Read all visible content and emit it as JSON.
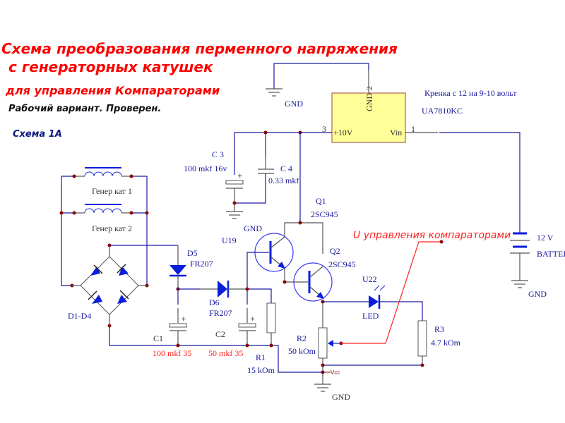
{
  "title": {
    "line1": "Схема преобразования перменного напряжения",
    "line2": "с генераторных катушек",
    "line3": "для управления Компараторами",
    "status": "Рабочий вариант. Проверен.",
    "scheme": "Схема 1A"
  },
  "colors": {
    "wire": "#1a1aa0",
    "title": "#ff0000",
    "regulator_fill": "#ffff99",
    "node": "#8b0000",
    "control_line": "#ff2020"
  },
  "regulator": {
    "note": "Кренка с 12  на 9-10 вольт",
    "part": "UA7810KC",
    "pin_gnd": "GND",
    "pin_gnd_num": "2",
    "pin_out": "+10V",
    "pin_out_num": "3",
    "pin_in": "Vin",
    "pin_in_num": "1"
  },
  "ground_label": "GND",
  "coils": {
    "coil1": "Генер кат 1",
    "coil2": "Генер кат 2"
  },
  "bridge": {
    "label": "D1-D4"
  },
  "d5": {
    "ref": "D5",
    "part": "FR207"
  },
  "d6": {
    "ref": "D6",
    "part": "FR207"
  },
  "c1": {
    "ref": "C1",
    "value": "100 mkf 35"
  },
  "c2": {
    "ref": "C2",
    "value": "50 mkf 35"
  },
  "c3": {
    "ref": "C 3",
    "value": "100 mkf 16v"
  },
  "c4": {
    "ref": "C 4",
    "value": "0.33 mkf"
  },
  "r1": {
    "ref": "R1",
    "value": "15 kOm"
  },
  "r2": {
    "ref": "R2",
    "value": "50 kOm"
  },
  "r3": {
    "ref": "R3",
    "value": "4.7 kOm"
  },
  "q1": {
    "ref": "Q1",
    "part": "2SC945"
  },
  "q2": {
    "ref": "Q2",
    "part": "2SC945"
  },
  "u19": "U19",
  "led": {
    "ref": "U22",
    "part": "LED"
  },
  "control_label": "U управления компараторами",
  "battery": {
    "voltage": "12 V",
    "label": "BATTER"
  },
  "vcc": "Vcc",
  "plus": "+"
}
